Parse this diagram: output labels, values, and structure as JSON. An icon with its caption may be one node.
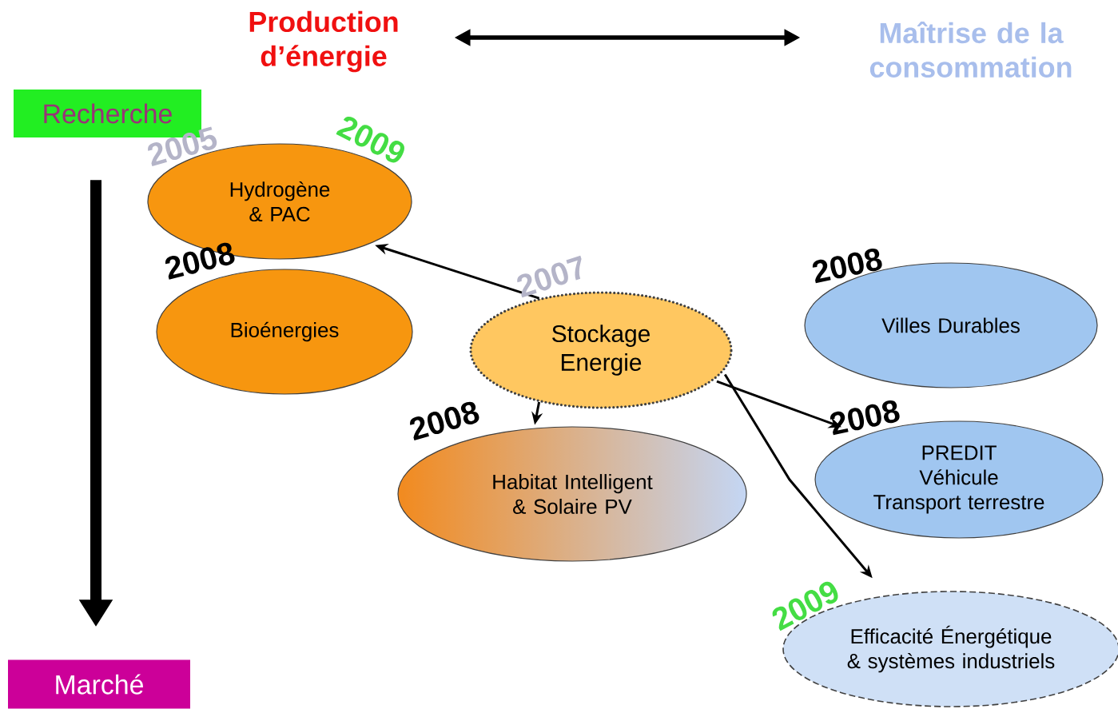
{
  "diagram": {
    "nodes": [
      {
        "text": [
          "Production d’énergie"
        ]
      },
      {
        "text": [
          "Maîtrise de la consommation"
        ]
      },
      {
        "text": [
          "Recherche"
        ]
      },
      {
        "text": [
          "Marché"
        ]
      },
      {
        "text": [
          "Hydrogène & PAC"
        ],
        "beside": [
          "2005",
          "2009"
        ]
      },
      {
        "text": [
          "Bioénergies"
        ],
        "beside": [
          "2008"
        ]
      },
      {
        "text": [
          "Stockage Energie"
        ],
        "beside": [
          "2007"
        ]
      },
      {
        "text": [
          "Villes Durables"
        ],
        "beside": [
          "2008"
        ]
      },
      {
        "text": [
          "PREDIT",
          "Véhicule Transport terrestre"
        ],
        "beside": [
          "2008"
        ]
      },
      {
        "text": [
          "Habitat Intelligent & Solaire PV"
        ],
        "beside": [
          "2008"
        ]
      },
      {
        "text": [
          "Efficacité Énergétique & systèmes industriels"
        ],
        "beside": [
          "2009"
        ]
      }
    ],
    "edges": [
      {
        "from": 0,
        "to": 1,
        "arrow": "both",
        "style": "thick"
      },
      {
        "from": 2,
        "to": 3,
        "arrow": "to",
        "style": "thick"
      },
      {
        "from": 6,
        "to": 4,
        "arrow": "to"
      },
      {
        "from": 6,
        "to": 9,
        "arrow": "to"
      },
      {
        "from": 6,
        "to": 8,
        "arrow": "to"
      },
      {
        "from": 6,
        "to": 10,
        "arrow": "to"
      }
    ]
  }
}
